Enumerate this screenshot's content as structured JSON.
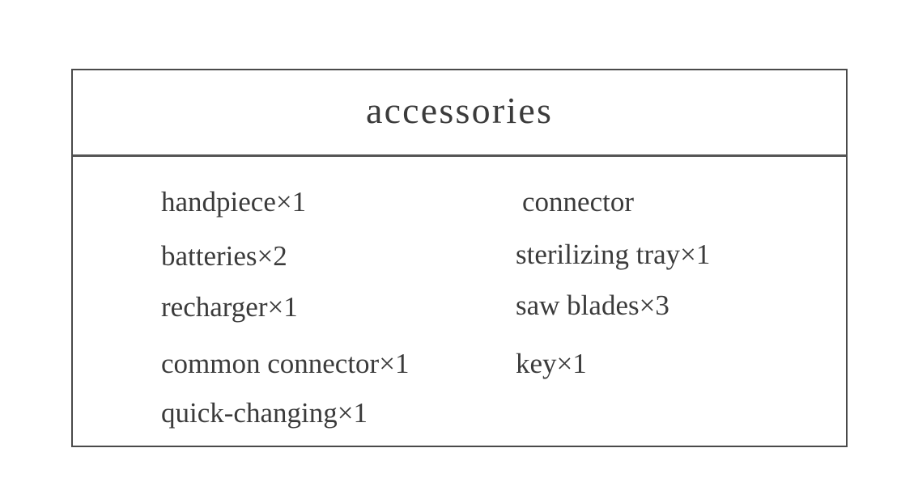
{
  "table": {
    "title": "accessories",
    "columns": [
      {
        "name": "left-column",
        "items": [
          {
            "label": "handpiece×1"
          },
          {
            "label": "batteries×2"
          },
          {
            "label": "recharger×1"
          },
          {
            "label": "common connector×1"
          },
          {
            "label": "quick-changing×1"
          }
        ]
      },
      {
        "name": "right-column",
        "items": [
          {
            "label": "connector"
          },
          {
            "label": "sterilizing tray×1"
          },
          {
            "label": "saw blades×3"
          },
          {
            "label": "key×1"
          }
        ]
      }
    ],
    "colors": {
      "border": "#4a4a4a",
      "divider": "#555555",
      "text": "#3b3b3b",
      "background": "#ffffff"
    }
  }
}
